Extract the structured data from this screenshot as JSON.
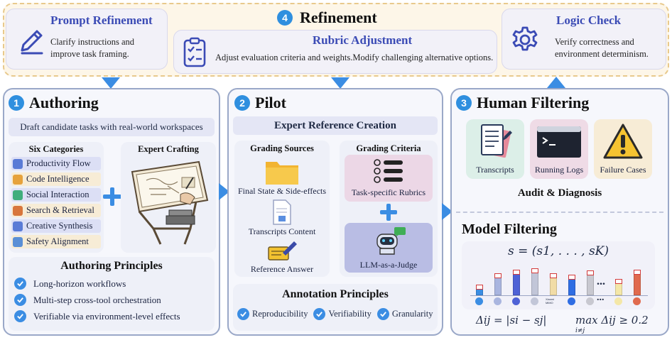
{
  "refinement": {
    "step": "4",
    "title": "Refinement",
    "prompt_refinement": {
      "title": "Prompt Refinement",
      "desc_line1": "Clarify instructions and",
      "desc_line2": "improve task framing."
    },
    "rubric_adjustment": {
      "title": "Rubric Adjustment",
      "desc": "Adjust evaluation criteria and weights.Modify challenging alternative options."
    },
    "logic_check": {
      "title": "Logic Check",
      "desc_line1": "Verify correctness and",
      "desc_line2": "environment determinism."
    }
  },
  "authoring": {
    "step": "1",
    "title": "Authoring",
    "subtitle": "Draft candidate tasks with real-world workspaces",
    "categories_title": "Six Categories",
    "categories": [
      "Productivity Flow",
      "Code Intelligence",
      "Social Interaction",
      "Search & Retrieval",
      "Creative Synthesis",
      "Safety Alignment"
    ],
    "category_colors": [
      "#dcdff5",
      "#f7ecd6",
      "#dcdff5",
      "#f7ecd6",
      "#dcdff5",
      "#f7ecd6"
    ],
    "expert_title": "Expert Crafting",
    "principles_title": "Authoring Principles",
    "principles": [
      "Long-horizon workflows",
      "Multi-step cross-tool orchestration",
      "Verifiable via environment-level effects"
    ]
  },
  "pilot": {
    "step": "2",
    "title": "Pilot",
    "band": "Expert Reference Creation",
    "sources_title": "Grading Sources",
    "sources": [
      "Final State & Side-effects",
      "Transcripts Content",
      "Reference Answer"
    ],
    "criteria_title": "Grading Criteria",
    "criteria": [
      "Task-specific Rubrics",
      "LLM-as-a-Judge"
    ],
    "annotation_title": "Annotation Principles",
    "annotation": [
      "Reproducibility",
      "Verifiability",
      "Granularity"
    ]
  },
  "human_filtering": {
    "step": "3",
    "title": "Human Filtering",
    "items": [
      "Transcripts",
      "Running Logs",
      "Failure Cases"
    ],
    "item_colors": [
      "#dcefe8",
      "#efdbe6",
      "#f7ecd6"
    ],
    "caption": "Audit & Diagnosis"
  },
  "model_filtering": {
    "title": "Model Filtering",
    "score_vector": "s = (s1, . . . , sK)",
    "ellipsis": "...",
    "formula_left": "Δij = |si − sj|",
    "formula_right": "max Δij ≥ 0.2",
    "formula_sub": "i≠j",
    "model_logo_text": "Xiaomi MiMO"
  },
  "chart_data": {
    "type": "bar",
    "bar_levels": [
      0.3,
      0.62,
      0.72,
      0.76,
      0.62,
      0.58,
      0.7,
      0.46,
      0.72
    ],
    "bar_colors": [
      "#3b8de3",
      "#a9b5df",
      "#4e62d6",
      "#c2c6d8",
      "#f1dca6",
      "#2f6de3",
      "#c8c8d0",
      "#f4e7a8",
      "#e06a4e"
    ],
    "ylim": [
      0,
      1
    ]
  }
}
